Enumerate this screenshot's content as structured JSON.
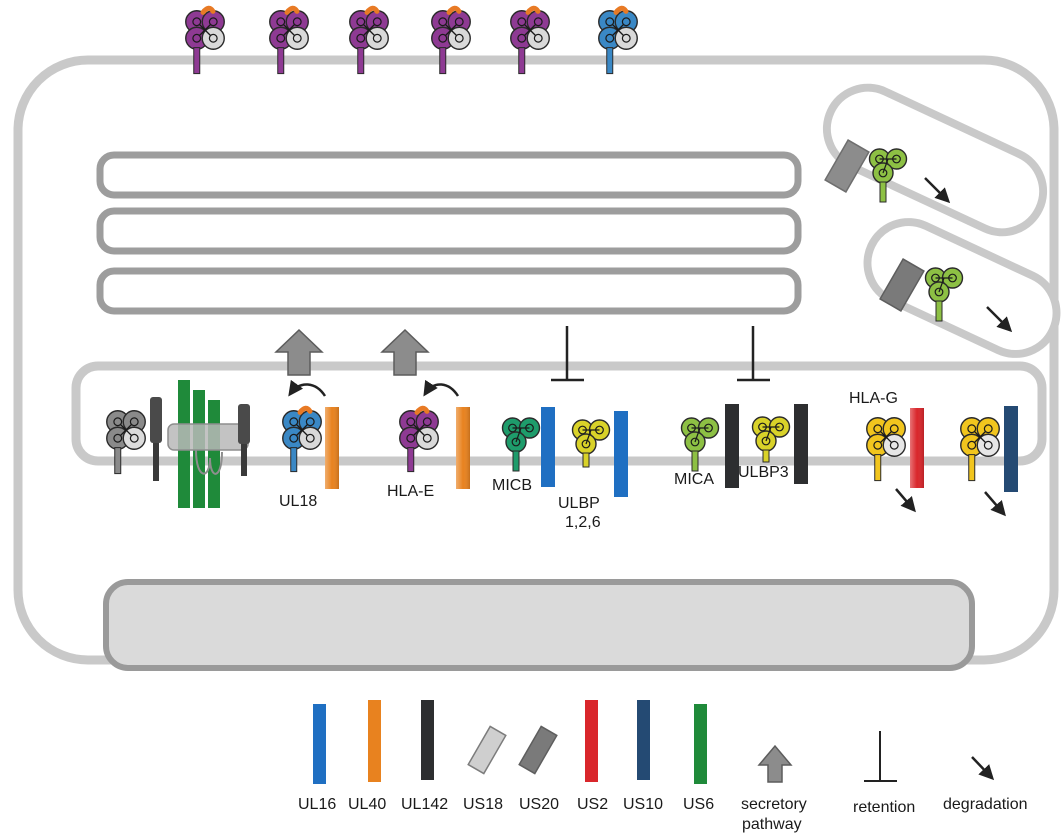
{
  "colors": {
    "membrane": "#c8c8c8",
    "membrane_stroke": "#b2b2b2",
    "organelle": "#9e9e9e",
    "nucleus_fill": "#dadada",
    "nucleus_stroke": "#9a9a9a",
    "hla_purple": "#8e3a93",
    "hla_blue": "#3a88c5",
    "peptide_orange": "#e87a25",
    "b2m_grey": "#d9d9d9",
    "micb_green": "#1e9c6b",
    "mica_green": "#8dc044",
    "ulbp_yellow": "#d9d229",
    "hlag_yellow": "#f1c51e",
    "grey_molecule": "#8a8a8a",
    "UL16": "#1f6fc2",
    "UL40": "#e8821f",
    "UL142": "#2d2e30",
    "US18": "#c4c4c4",
    "US20": "#7c7c7c",
    "US2": "#d9262b",
    "US10": "#244a73",
    "US6": "#1f8a3a"
  },
  "labels": {
    "ul18": "UL18",
    "hla_e": "HLA-E",
    "micb": "MICB",
    "ulbp_top": "ULBP",
    "ulbp_bottom": "1,2,6",
    "mica": "MICA",
    "ulbp3": "ULBP3",
    "hla_g": "HLA-G"
  },
  "legend": {
    "items": [
      {
        "key": "UL16",
        "label": "UL16"
      },
      {
        "key": "UL40",
        "label": "UL40"
      },
      {
        "key": "UL142",
        "label": "UL142"
      },
      {
        "key": "US18",
        "label": "US18"
      },
      {
        "key": "US20",
        "label": "US20"
      },
      {
        "key": "US2",
        "label": "US2"
      },
      {
        "key": "US10",
        "label": "US10"
      },
      {
        "key": "US6",
        "label": "US6"
      }
    ],
    "secretory_line1": "secretory",
    "secretory_line2": "pathway",
    "retention": "retention",
    "degradation": "degradation"
  }
}
